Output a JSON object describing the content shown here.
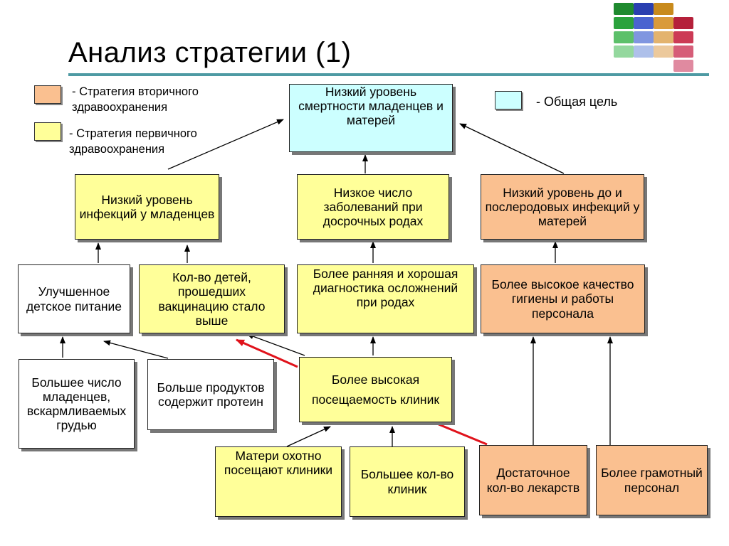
{
  "title": "Анализ стратегии (1)",
  "legend": {
    "secondary": "- Стратегия вторичного здравоохранения",
    "primary": "- Стратегия первичного здравоохранения",
    "goal": "- Общая цель",
    "colors": {
      "secondary": "#fac090",
      "primary": "#ffff99",
      "goal": "#ccffff"
    }
  },
  "nodes": {
    "goal": "Низкий уровень смертности младенцев и матерей",
    "low_infant_infection": "Низкий уровень инфекций у младенцев",
    "low_preterm_morbidity": "Низкое число заболеваний при досрочных родах",
    "low_maternal_infection": "Низкий уровень до и послеродовых инфекций у матерей",
    "improved_nutrition": "Улучшенное детское питание",
    "vaccination": "Кол-во детей, прошедших вакцинацию стало выше",
    "early_diagnosis": "Более ранняя и хорошая диагностика осложнений при родах",
    "hygiene_quality": "Более высокое качество гигиены и работы персонала",
    "breastfeeding": "Большее число младенцев, вскармливаемых грудью",
    "protein_products": "Больше продуктов содержит протеин",
    "clinic_attendance": "Более высокая посещаемость клиник",
    "mothers_willing": "Матери охотно посещают клиники",
    "more_clinics": "Большее кол-во клиник",
    "enough_medicine": "Достаточное кол-во лекарств",
    "competent_staff": "Более грамотный персонал"
  },
  "colors": {
    "arrow": "#000000",
    "highlight_arrow": "#e0121b",
    "title_rule": "#4e9aa3"
  }
}
